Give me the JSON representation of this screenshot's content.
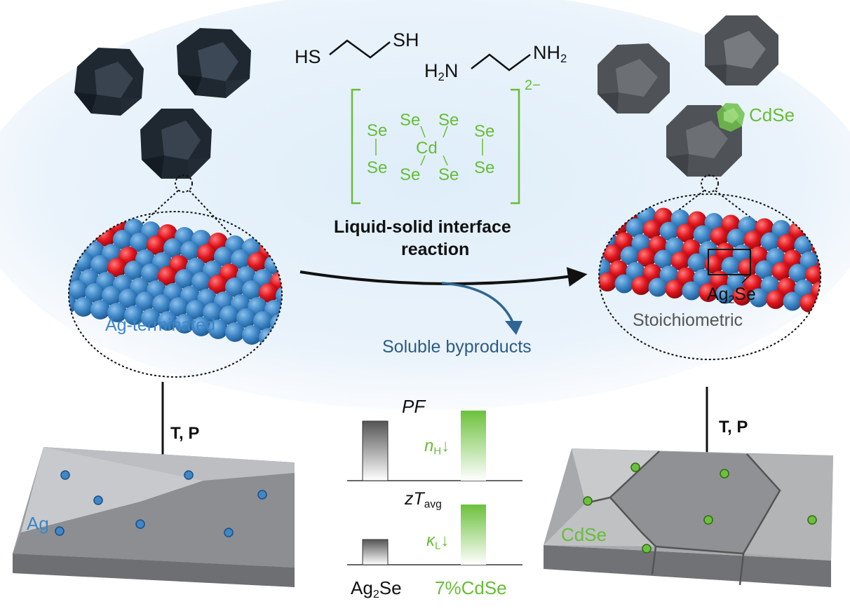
{
  "colors": {
    "blue_atom": "#3f87c8",
    "red_atom": "#e0141c",
    "green_accent": "#67bd36",
    "byproduct_arrow": "#2f6592",
    "dark_crystal": "#2c3540",
    "grey_crystal": "#5f6266"
  },
  "ligands": {
    "hs_left": "HS",
    "sh_right": "SH",
    "h2n_left": "H",
    "h2n_left_sub": "2",
    "h2n_left_tail": "N",
    "nh2_right": "NH",
    "nh2_right_sub": "2"
  },
  "complex": {
    "charge": "2−",
    "atom_se": "Se",
    "atom_cd": "Cd"
  },
  "reaction": {
    "line1": "Liquid-solid interface",
    "line2": "reaction",
    "byproducts": "Soluble byproducts"
  },
  "left_zoom": {
    "label": "Ag-terminated"
  },
  "right_zoom": {
    "box_label_main": "Ag",
    "box_label_sub": "2",
    "box_label_tail": "Se",
    "label": "Stoichiometric",
    "cdse_tag": "CdSe"
  },
  "sintering": {
    "label": "T, P"
  },
  "left_slab": {
    "label": "Ag"
  },
  "right_slab": {
    "label": "CdSe"
  },
  "bars": {
    "top_title": "PF",
    "top_note_main": "n",
    "top_note_sub": "H",
    "top_note_arrow": "↓",
    "bottom_title_main": "zT",
    "bottom_title_sub": "avg",
    "bottom_note_main": "κ",
    "bottom_note_sub": "L",
    "bottom_note_arrow": "↓",
    "x_label_1_main": "Ag",
    "x_label_1_sub": "2",
    "x_label_1_tail": "Se",
    "x_label_2": "7%CdSe"
  }
}
